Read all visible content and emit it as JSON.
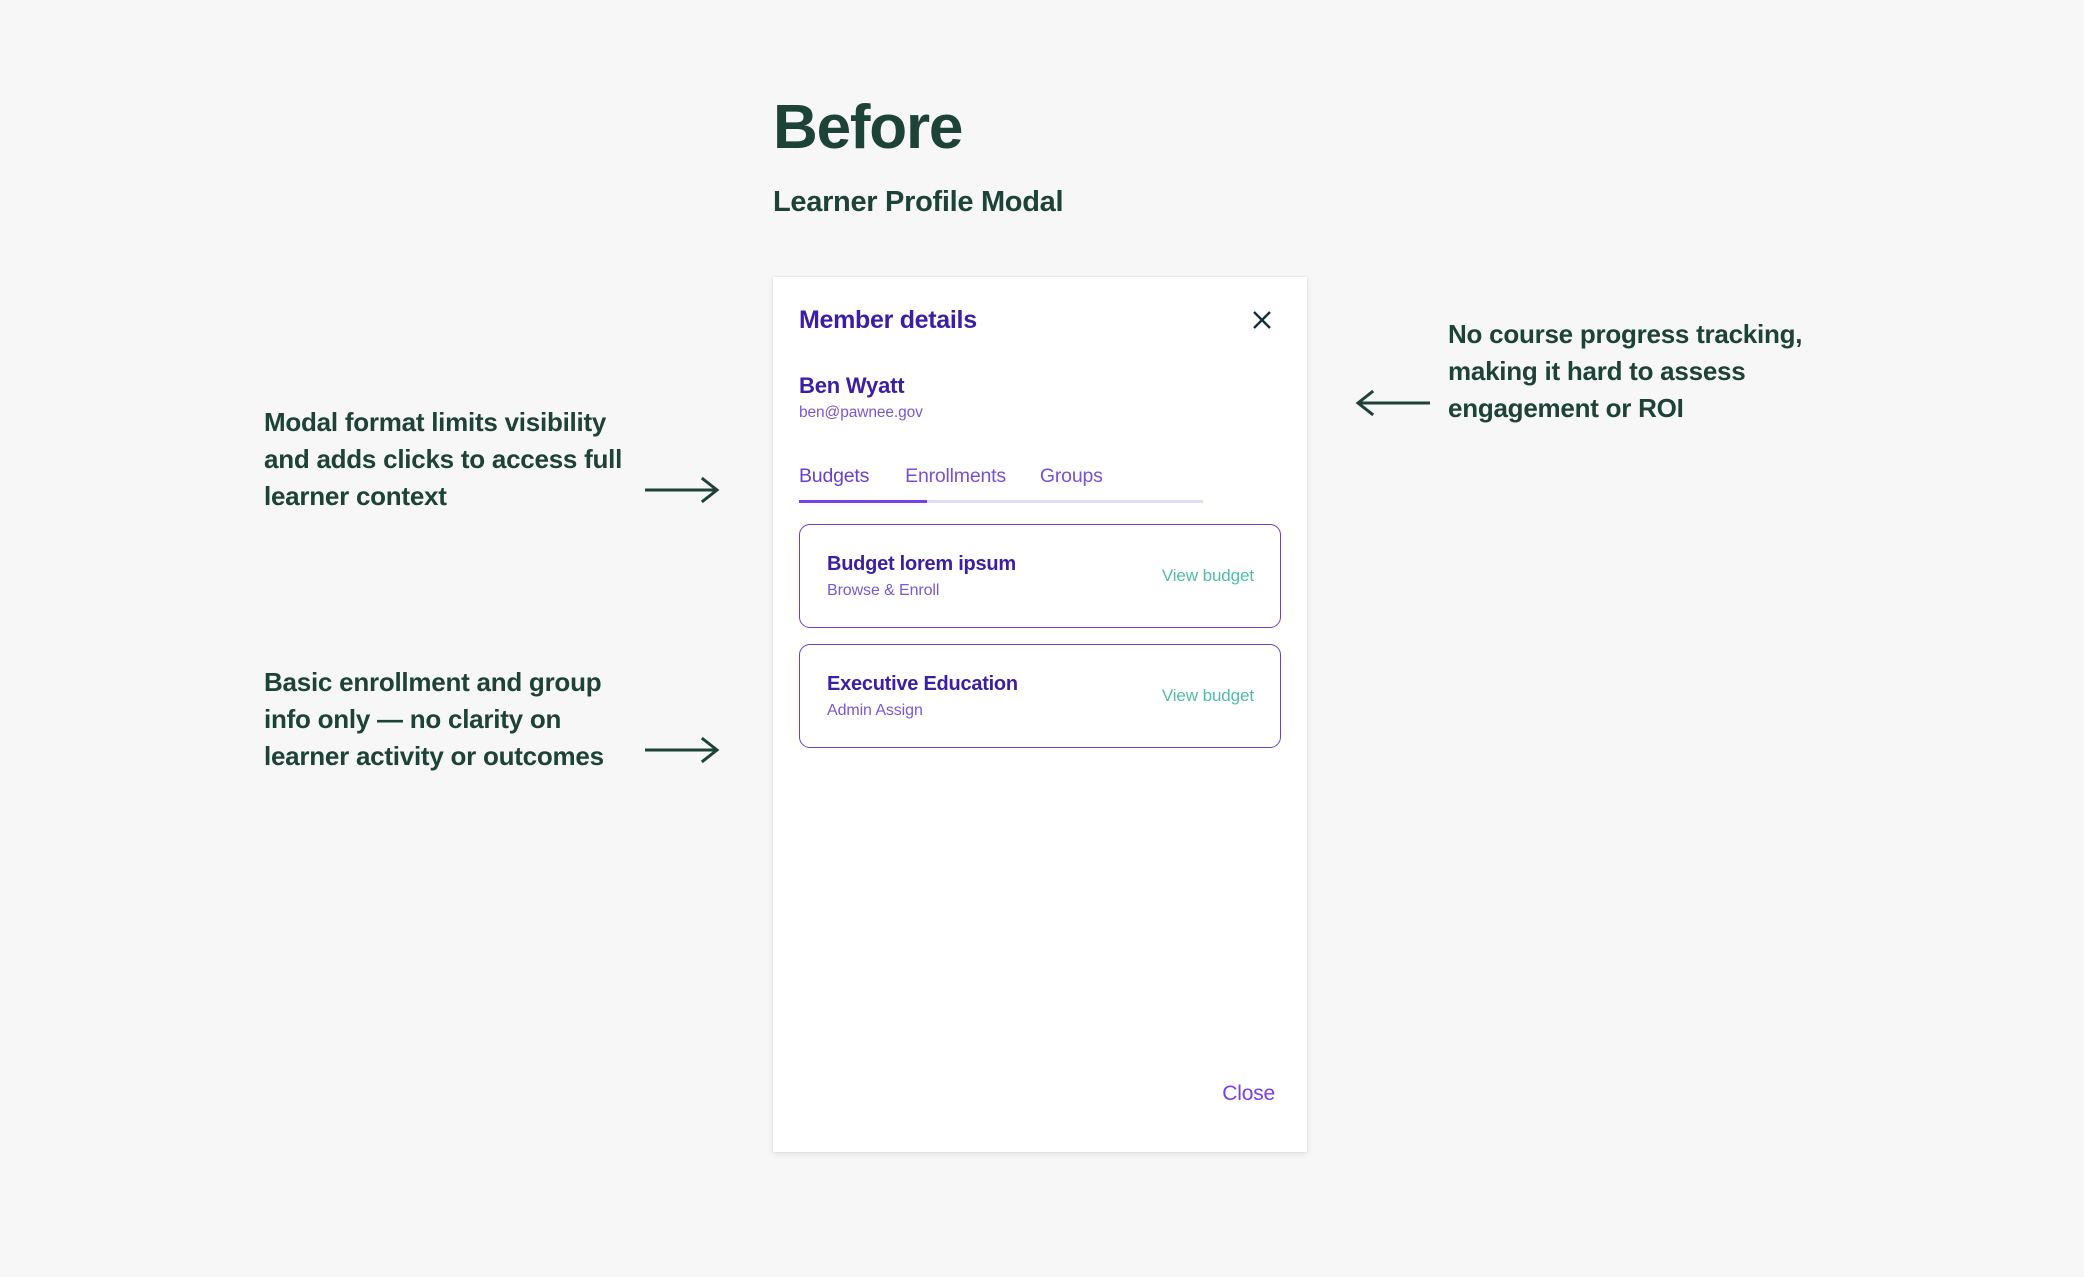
{
  "page": {
    "title": "Before",
    "subtitle": "Learner Profile Modal",
    "background_color": "#f7f7f7",
    "heading_color": "#1d4237"
  },
  "modal": {
    "title": "Member details",
    "close_icon": "close-icon",
    "member": {
      "name": "Ben Wyatt",
      "email": "ben@pawnee.gov"
    },
    "tabs": [
      {
        "label": "Budgets",
        "active": true
      },
      {
        "label": "Enrollments",
        "active": false
      },
      {
        "label": "Groups",
        "active": false
      }
    ],
    "cards": [
      {
        "title": "Budget lorem ipsum",
        "subtitle": "Browse & Enroll",
        "action_label": "View budget"
      },
      {
        "title": "Executive Education",
        "subtitle": "Admin Assign",
        "action_label": "View budget"
      }
    ],
    "footer": {
      "close_label": "Close"
    },
    "accent_color": "#6b3fc9",
    "title_color": "#3b1ea5",
    "link_color": "#4fbda7"
  },
  "annotations": {
    "left_1": "Modal format limits visibility and adds clicks to access full learner context",
    "left_2": "Basic enrollment and group info only — no clarity on learner activity or outcomes",
    "right_1": "No course progress tracking, making it hard to assess engagement or ROI"
  }
}
